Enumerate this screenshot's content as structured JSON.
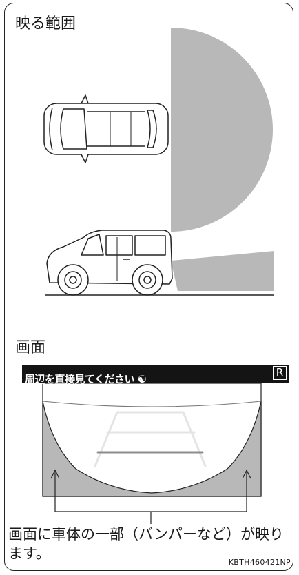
{
  "figure": {
    "range_heading": "映る範囲",
    "screen_heading": "画面",
    "screen_title": "周辺を直接見てください",
    "gear_indicator": "R",
    "caption": "画面に車体の一部（バンパーなど）が映ります。",
    "code": "KBTH460421NP"
  },
  "colors": {
    "coverage_gray": "#b8b8b8",
    "screen_bar": "#141414",
    "guide_light": "#e4e4e4",
    "guide_dark": "#8c8c8c"
  }
}
